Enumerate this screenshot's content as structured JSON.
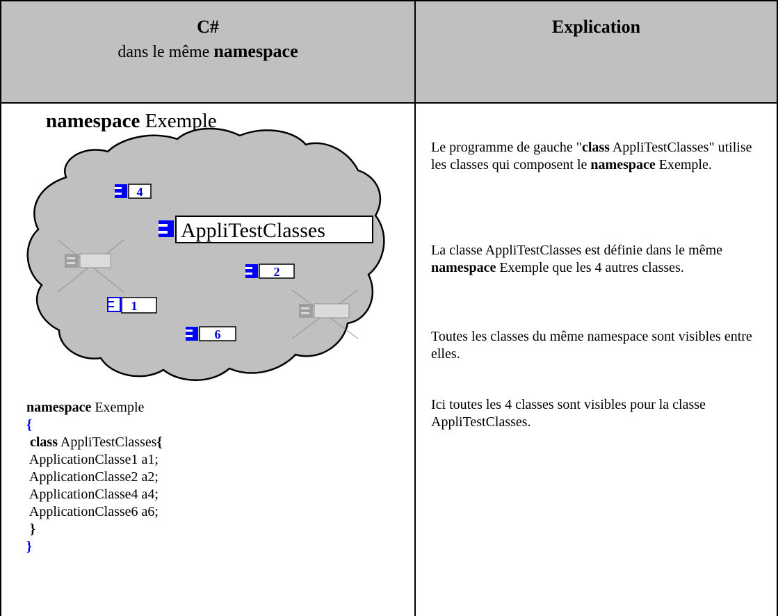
{
  "header": {
    "left_title": "C#",
    "left_subtitle_pre": "dans le même ",
    "left_subtitle_bold": "namespace",
    "right_title": "Explication"
  },
  "diagram": {
    "ns_keyword": "namespace",
    "ns_name": "Exemple",
    "class_labels": [
      "4",
      "AppliTestClasses",
      "2",
      "1",
      "6"
    ],
    "colors": {
      "cloud": "#c0c0c0",
      "icon_blue": "#0000ff",
      "label_blue": "#0000cc"
    }
  },
  "code": {
    "l1_kw": "namespace",
    "l1_rest": " Exemple",
    "open_brace": "{",
    "l3_kw": "class",
    "l3_rest": " AppliTestClasses",
    "l3_brace": "{",
    "l4": " ApplicationClasse1 a1;",
    "l5": " ApplicationClasse2 a2;",
    "l6": " ApplicationClasse4 a4;",
    "l7": " ApplicationClasse6 a6;",
    "l8": "}",
    "close_brace": "}"
  },
  "explanation": {
    "p1_a": "Le programme de gauche \"",
    "p1_b": "class",
    "p1_c": " AppliTestClasses\" utilise les classes qui composent le ",
    "p1_d": "namespace",
    "p1_e": " Exemple.",
    "p2_a": "La classe AppliTestClasses est définie dans le même ",
    "p2_b": "namespace",
    "p2_c": " Exemple que les 4 autres classes.",
    "p3": "Toutes les classes du même namespace sont visibles entre elles.",
    "p4": "Ici toutes les 4 classes sont visibles pour la classe AppliTestClasses."
  }
}
